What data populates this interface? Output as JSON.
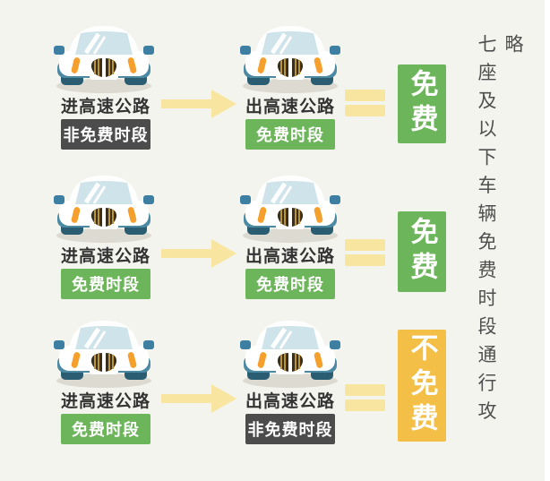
{
  "side_note": "七座及以下车辆免费时段通行攻略",
  "rows": [
    {
      "enter": {
        "label": "进高速公路",
        "badge": "非免费时段",
        "badge_type": "dark"
      },
      "exit": {
        "label": "出高速公路",
        "badge": "免费时段",
        "badge_type": "green"
      },
      "result": {
        "text": "免费",
        "type": "green"
      }
    },
    {
      "enter": {
        "label": "进高速公路",
        "badge": "免费时段",
        "badge_type": "green"
      },
      "exit": {
        "label": "出高速公路",
        "badge": "免费时段",
        "badge_type": "green"
      },
      "result": {
        "text": "免费",
        "type": "green"
      }
    },
    {
      "enter": {
        "label": "进高速公路",
        "badge": "免费时段",
        "badge_type": "green"
      },
      "exit": {
        "label": "出高速公路",
        "badge": "非免费时段",
        "badge_type": "dark"
      },
      "result": {
        "text": "不免费",
        "type": "yellow"
      }
    }
  ],
  "icons": {
    "car": "car-front-view",
    "arrow": "right-arrow",
    "equals": "equals-sign"
  },
  "colors": {
    "background": "#f4f4ee",
    "green_badge": "#6cb55a",
    "dark_badge": "#4c4c4c",
    "yellow_badge": "#f3bf47",
    "arrow_yellow": "#f8e5a0",
    "label_text": "#333333",
    "side_note_text": "#4f4f4f"
  }
}
